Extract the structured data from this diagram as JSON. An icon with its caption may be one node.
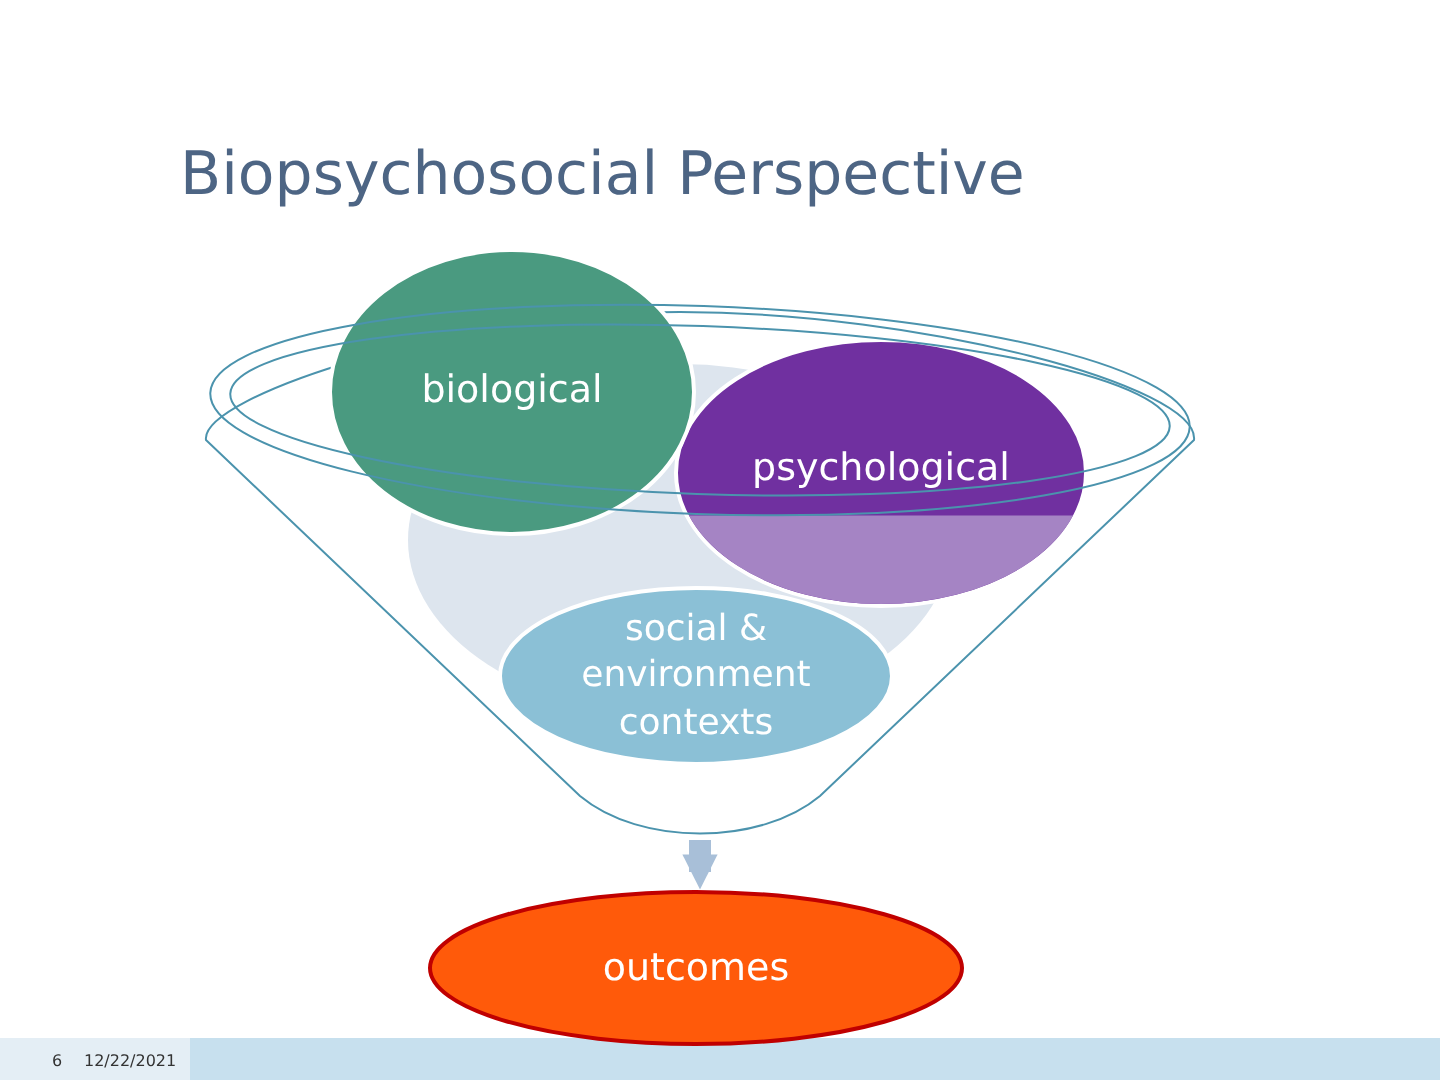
{
  "diagram": {
    "title": "Biopsychosocial Perspective",
    "nodes": [
      {
        "text": [],
        "shape": "funnel"
      },
      {
        "text": [
          "biological"
        ]
      },
      {
        "text": [
          "psychological"
        ],
        "in": 0
      },
      {
        "text": [
          "social & environment contexts"
        ],
        "in": 0
      },
      {
        "text": [
          "outcomes"
        ]
      }
    ],
    "edges": [
      {
        "from": 0,
        "to": 4,
        "arrow": "to"
      }
    ],
    "labels": [
      "6",
      "12/22/2021"
    ]
  }
}
